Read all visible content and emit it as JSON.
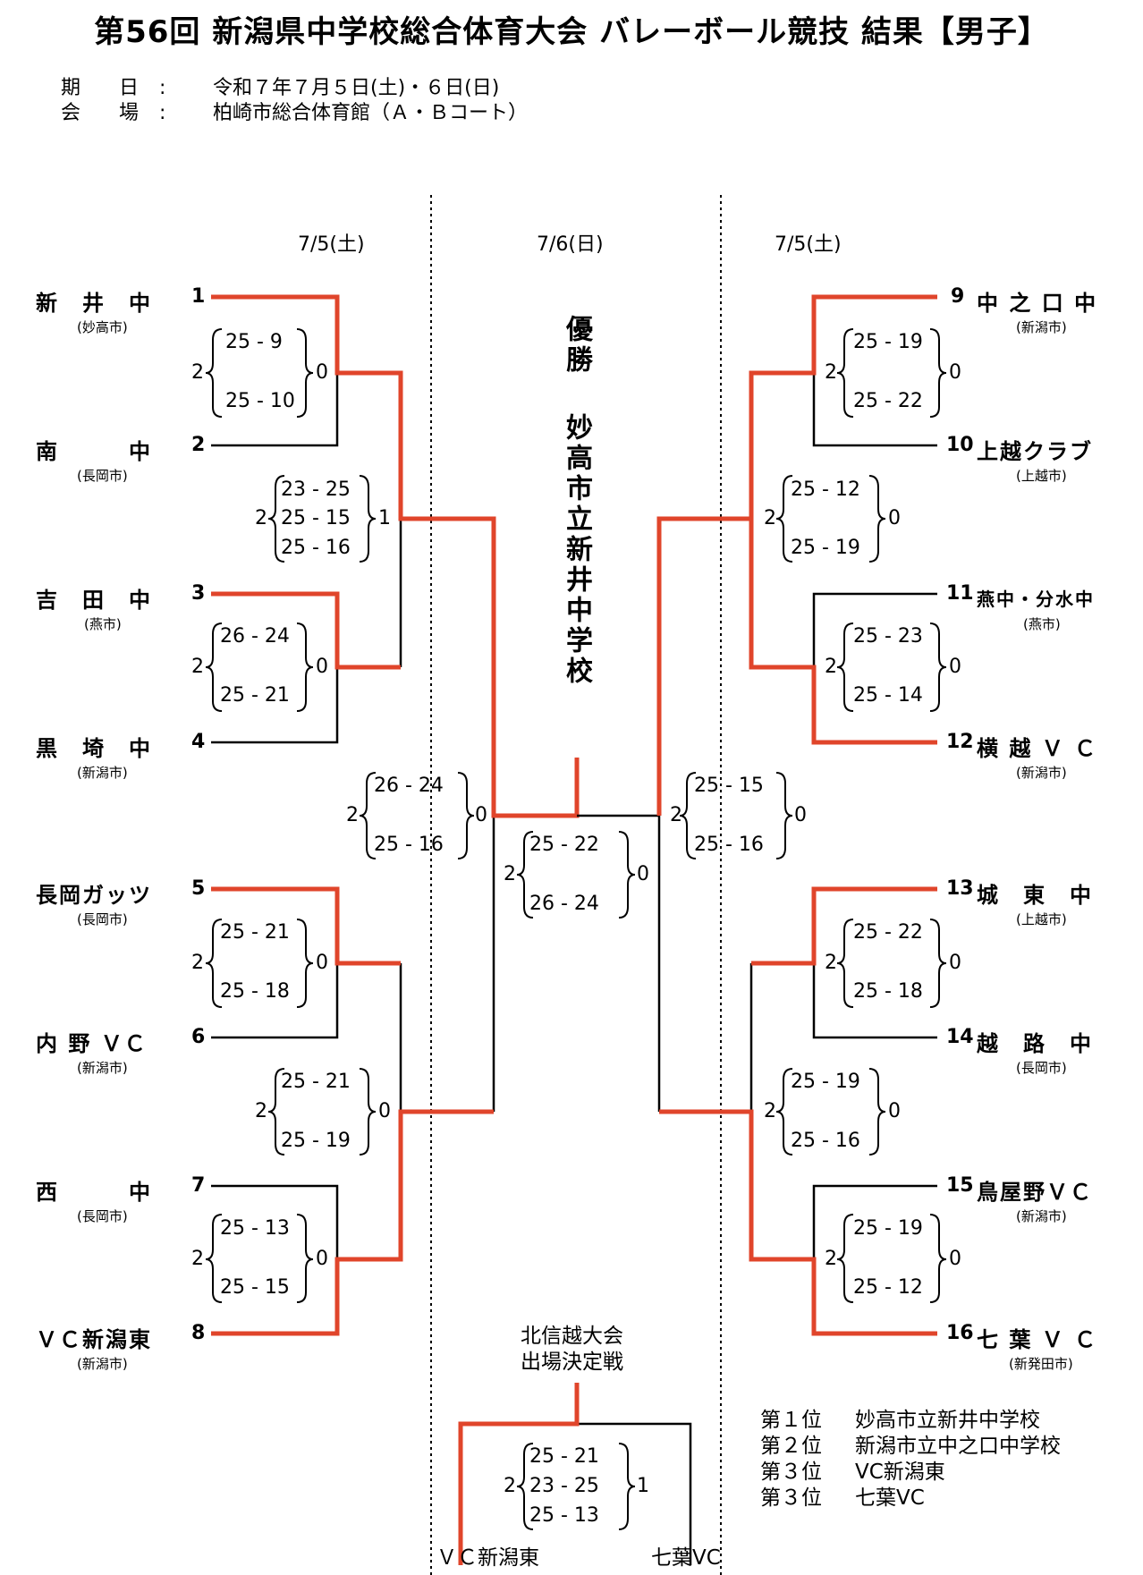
{
  "title": "第56回 新潟県中学校総合体育大会 バレーボール競技 結果【男子】",
  "info": {
    "date_label": "期 日",
    "date_value": "令和７年７月５日(土)・６日(日)",
    "venue_label": "会 場",
    "venue_value": "柏崎市総合体育館（Ａ・Ｂコート）",
    "colon": ":"
  },
  "day_headers": {
    "left": "7/5(土)",
    "center": "7/6(日)",
    "right": "7/5(土)"
  },
  "champion": {
    "label": "優勝",
    "name": "妙高市立新井中学校"
  },
  "colors": {
    "winner_line": "#e0452b",
    "line": "#000000"
  },
  "left_teams": [
    {
      "name": "新　井　中",
      "city": "(妙高市)",
      "seed": "1"
    },
    {
      "name": "南　　　中",
      "city": "(長岡市)",
      "seed": "2"
    },
    {
      "name": "吉　田　中",
      "city": "(燕市)",
      "seed": "3"
    },
    {
      "name": "黒　埼　中",
      "city": "(新潟市)",
      "seed": "4"
    },
    {
      "name": "長岡ガッツ",
      "city": "(長岡市)",
      "seed": "5"
    },
    {
      "name": "内 野 ＶＣ",
      "city": "(新潟市)",
      "seed": "6"
    },
    {
      "name": "西　　　中",
      "city": "(長岡市)",
      "seed": "7"
    },
    {
      "name": "ＶＣ新潟東",
      "city": "(新潟市)",
      "seed": "8"
    }
  ],
  "right_teams": [
    {
      "name": "中 之 口 中",
      "city": "(新潟市)",
      "seed": "9"
    },
    {
      "name": "上越クラブ",
      "city": "(上越市)",
      "seed": "10"
    },
    {
      "name": "燕中・分水中",
      "city": "(燕市)",
      "seed": "11"
    },
    {
      "name": "横 越 Ｖ Ｃ",
      "city": "(新潟市)",
      "seed": "12"
    },
    {
      "name": "城　東　中",
      "city": "(上越市)",
      "seed": "13"
    },
    {
      "name": "越　路　中",
      "city": "(長岡市)",
      "seed": "14"
    },
    {
      "name": "鳥屋野ＶＣ",
      "city": "(新潟市)",
      "seed": "15"
    },
    {
      "name": "七 葉 Ｖ Ｃ",
      "city": "(新発田市)",
      "seed": "16"
    }
  ],
  "scores": {
    "L_r1_1": {
      "w": "2",
      "l": "0",
      "sets": [
        "25 - 9",
        "25 - 10"
      ]
    },
    "L_r1_2": {
      "w": "2",
      "l": "0",
      "sets": [
        "26 - 24",
        "25 - 21"
      ]
    },
    "L_r1_3": {
      "w": "2",
      "l": "0",
      "sets": [
        "25 - 21",
        "25 - 18"
      ]
    },
    "L_r1_4": {
      "w": "2",
      "l": "0",
      "sets": [
        "25 - 13",
        "25 - 15"
      ]
    },
    "L_r2_1": {
      "w": "2",
      "l": "1",
      "sets": [
        "23 - 25",
        "25 - 15",
        "25 - 16"
      ]
    },
    "L_r2_2": {
      "w": "2",
      "l": "0",
      "sets": [
        "25 - 21",
        "25 - 19"
      ]
    },
    "L_sf": {
      "w": "2",
      "l": "0",
      "sets": [
        "26 - 24",
        "25 - 16"
      ]
    },
    "R_r1_1": {
      "w": "2",
      "l": "0",
      "sets": [
        "25 - 19",
        "25 - 22"
      ]
    },
    "R_r1_2": {
      "w": "2",
      "l": "0",
      "sets": [
        "25 - 23",
        "25 - 14"
      ]
    },
    "R_r1_3": {
      "w": "2",
      "l": "0",
      "sets": [
        "25 - 22",
        "25 - 18"
      ]
    },
    "R_r1_4": {
      "w": "2",
      "l": "0",
      "sets": [
        "25 - 19",
        "25 - 12"
      ]
    },
    "R_r2_1": {
      "w": "2",
      "l": "0",
      "sets": [
        "25 - 12",
        "25 - 19"
      ]
    },
    "R_r2_2": {
      "w": "2",
      "l": "0",
      "sets": [
        "25 - 19",
        "25 - 16"
      ]
    },
    "R_sf": {
      "w": "2",
      "l": "0",
      "sets": [
        "25 - 15",
        "25 - 16"
      ]
    },
    "final": {
      "w": "2",
      "l": "0",
      "sets": [
        "25 - 22",
        "26 - 24"
      ]
    },
    "third": {
      "w": "2",
      "l": "1",
      "sets": [
        "25 - 21",
        "23 - 25",
        "25 - 13"
      ]
    }
  },
  "third_place": {
    "heading_1": "北信越大会",
    "heading_2": "出場決定戦",
    "left_team": "ＶＣ新潟東",
    "right_team": "七葉VC"
  },
  "ranking": [
    {
      "pos": "第１位",
      "team": "妙高市立新井中学校"
    },
    {
      "pos": "第２位",
      "team": "新潟市立中之口中学校"
    },
    {
      "pos": "第３位",
      "team": "VC新潟東"
    },
    {
      "pos": "第３位",
      "team": "七葉VC"
    }
  ]
}
